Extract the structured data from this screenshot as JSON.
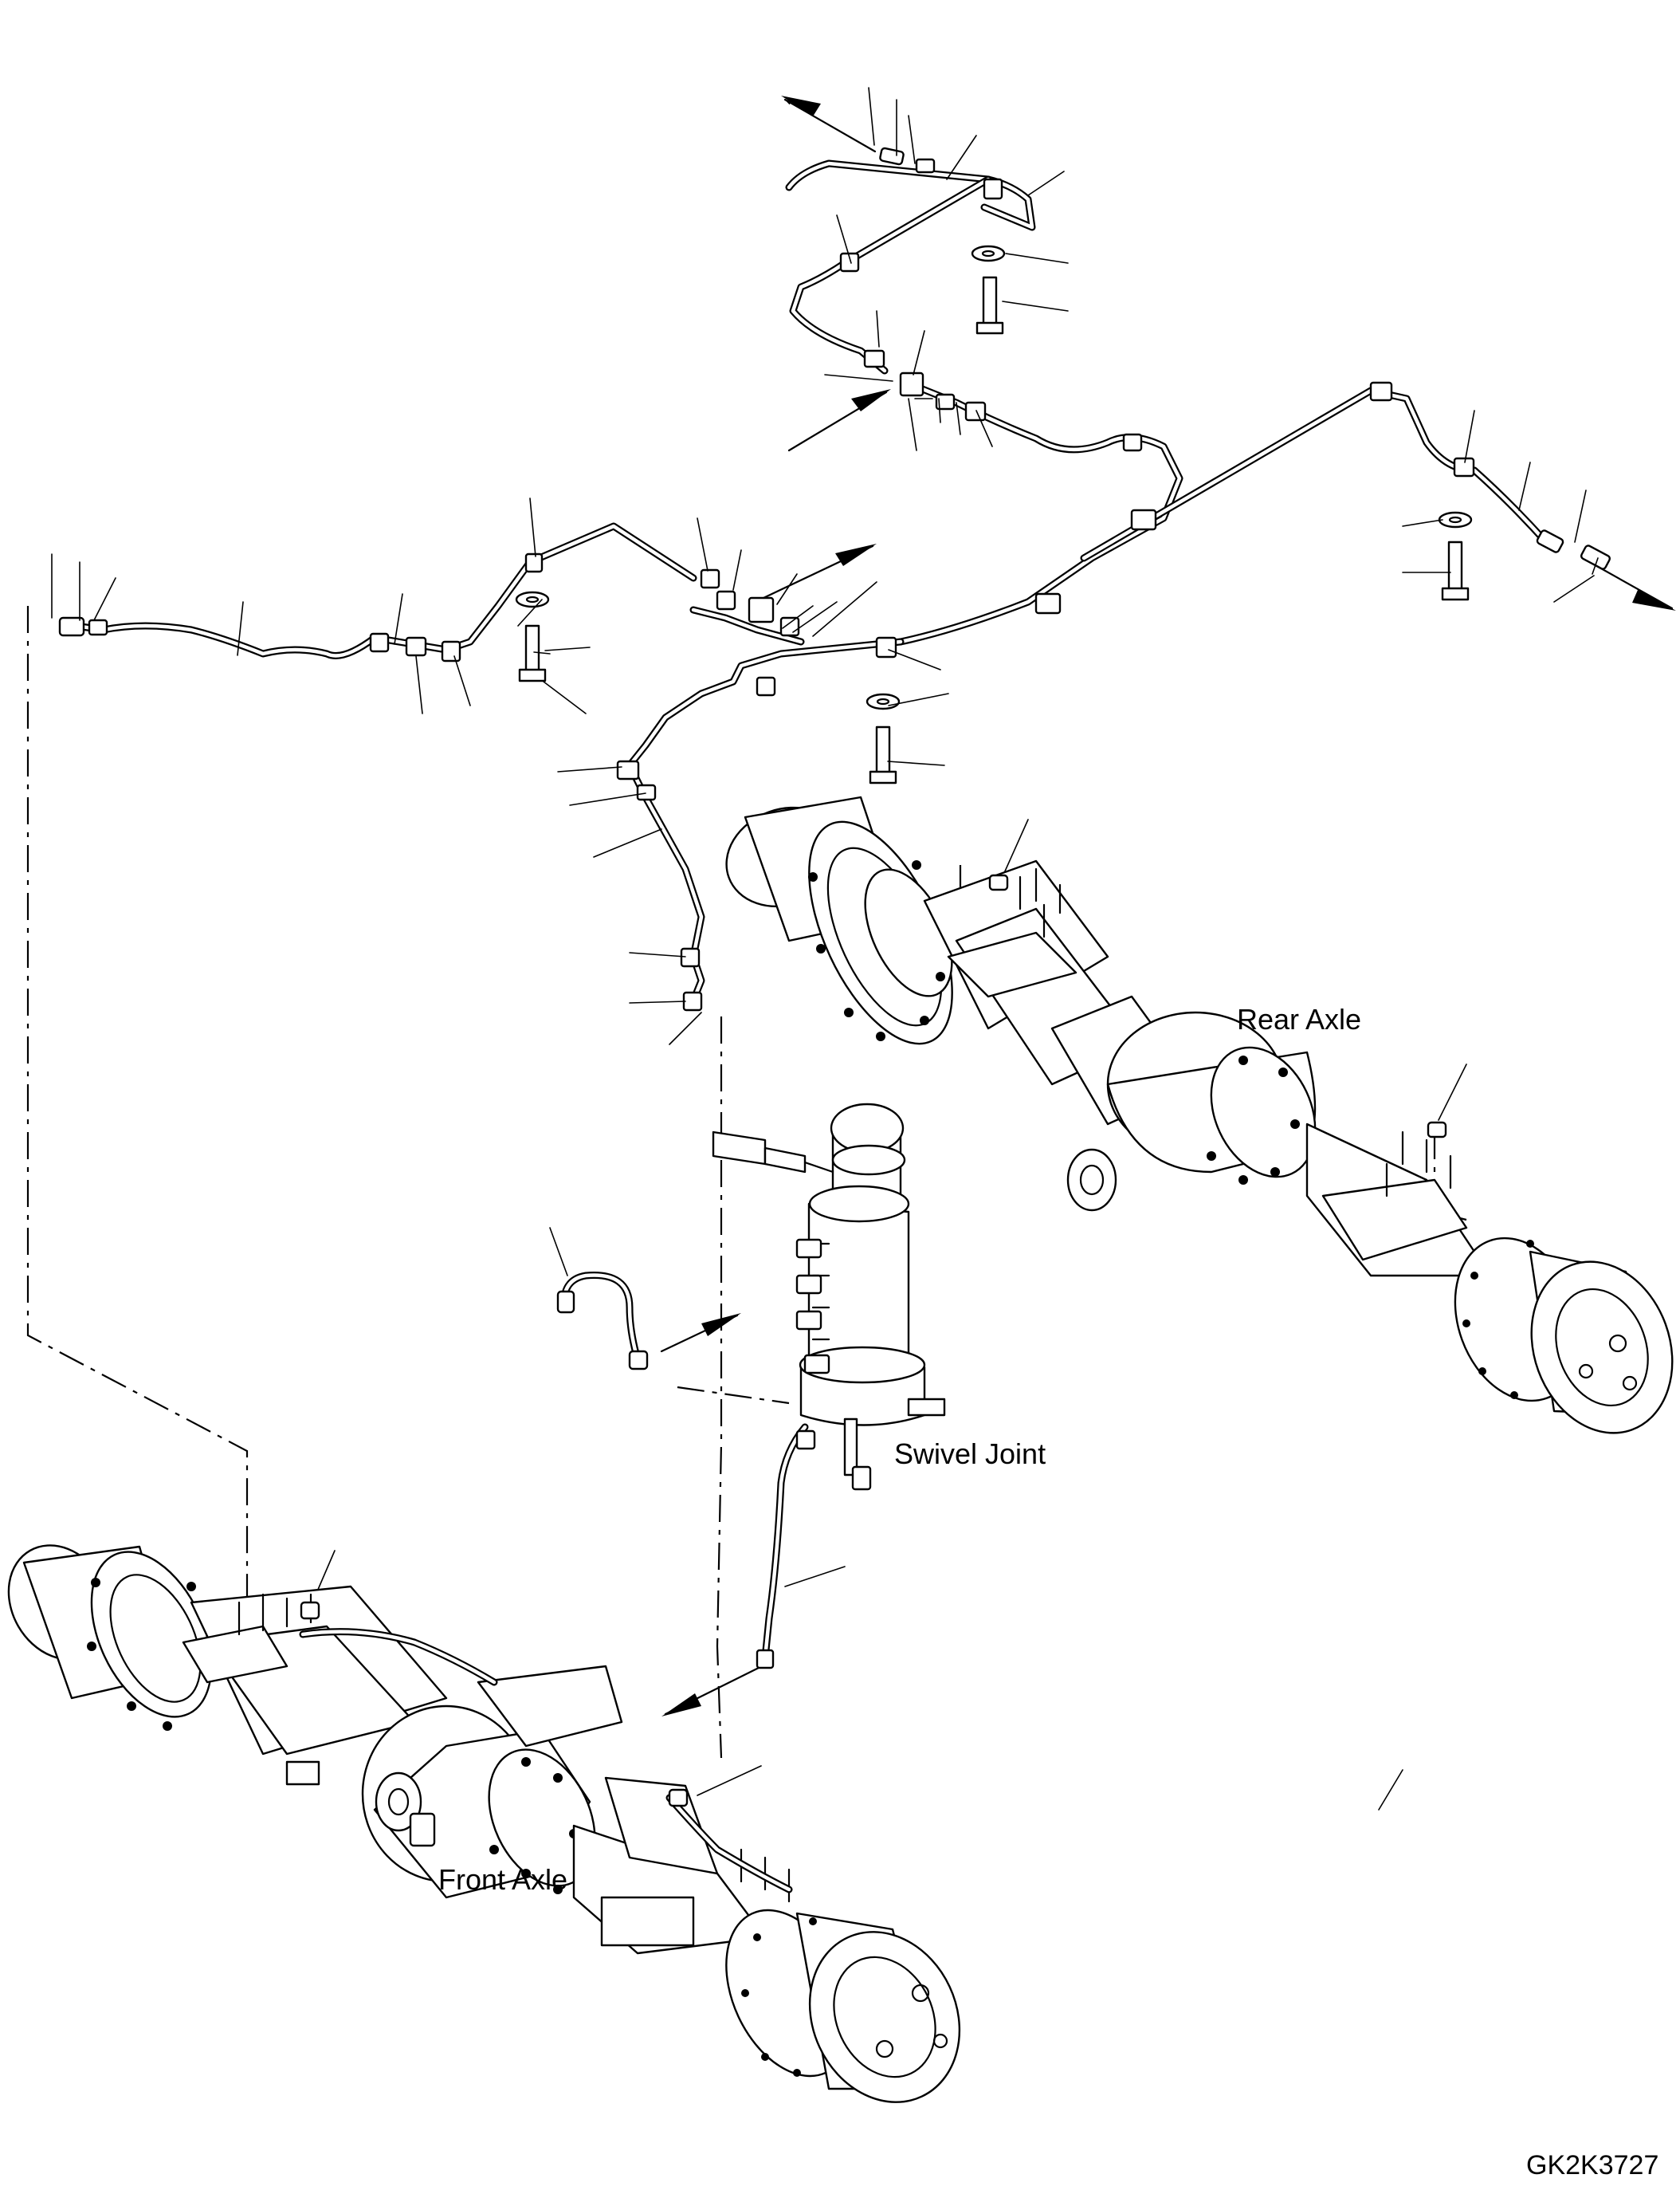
{
  "labels": {
    "rear_axle": "Rear Axle",
    "swivel_joint": "Swivel Joint",
    "front_axle": "Front Axle",
    "drawing_code": "GK2K3727"
  }
}
